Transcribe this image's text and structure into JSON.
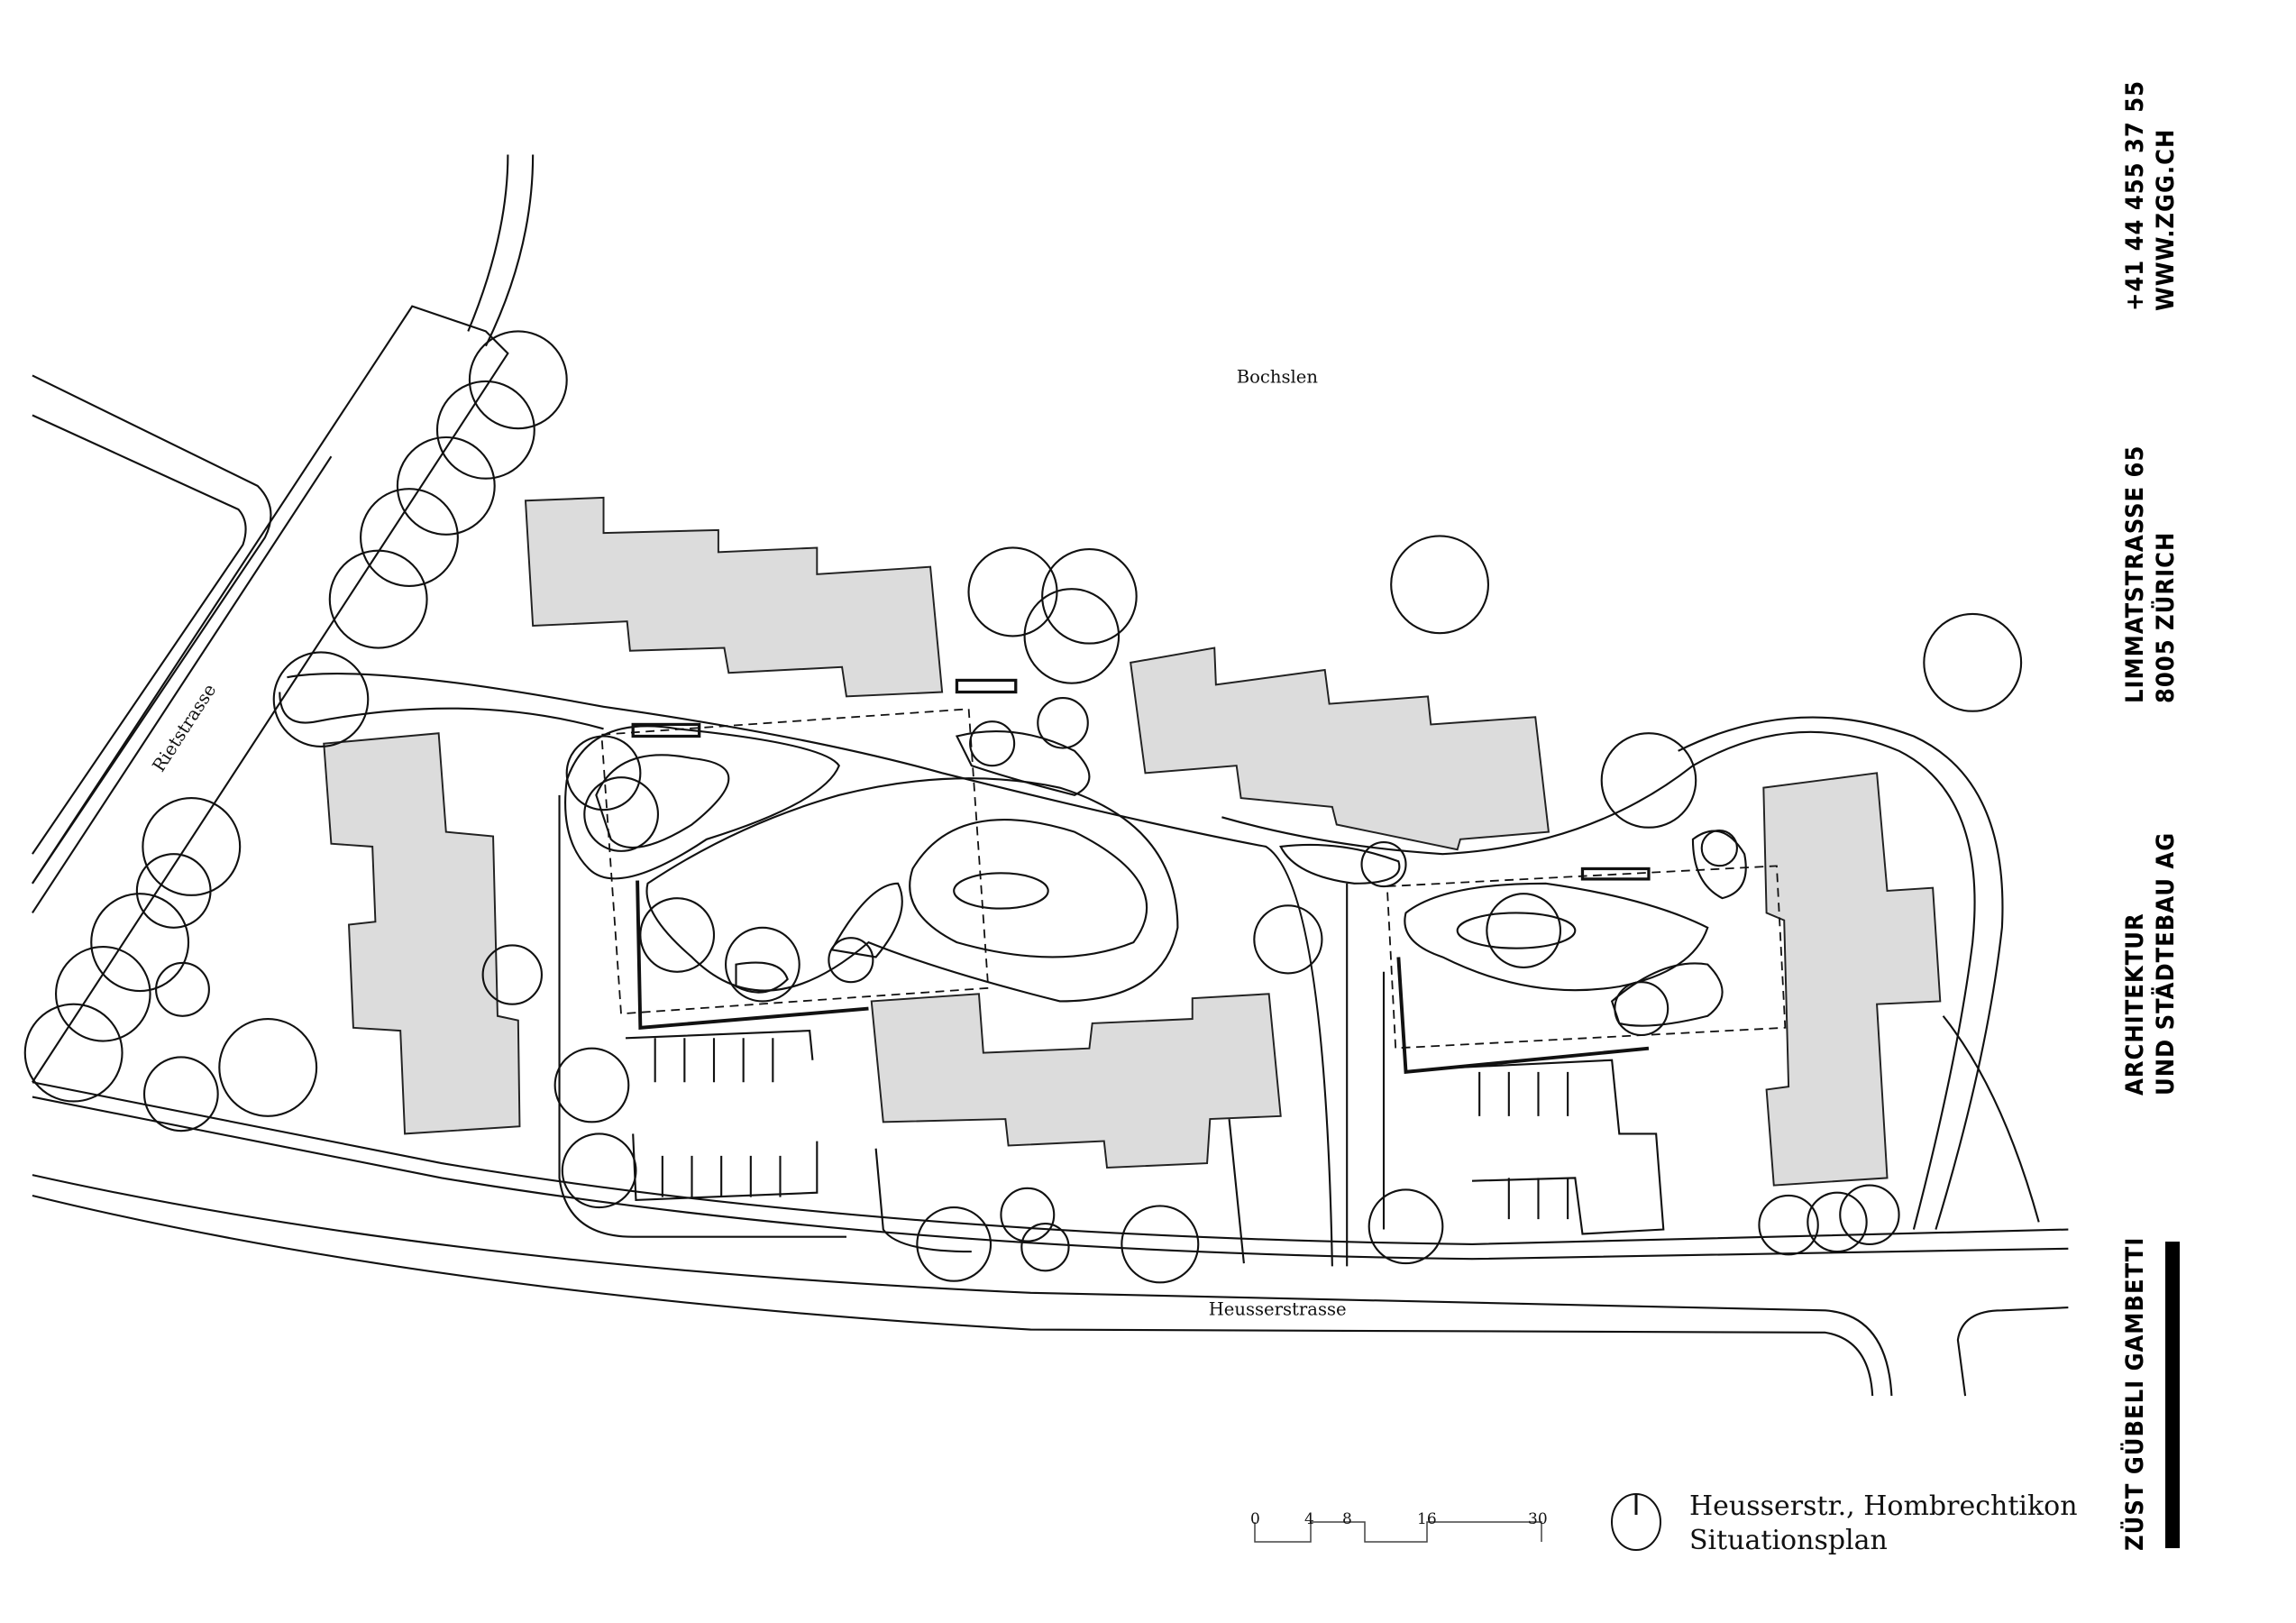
{
  "plan": {
    "street_bottom": "Heusserstrasse",
    "street_left": "Rietstrasse",
    "area_top": "Bochslen"
  },
  "legend": {
    "title": "Heusserstr., Hombrechtikon",
    "subtitle": "Situationsplan",
    "scale_ticks": [
      "0",
      "4",
      "8",
      "16",
      "30"
    ],
    "north_arrow": "north-arrow-icon"
  },
  "firm": {
    "name": "ZÜST GÜBELI GAMBETTI",
    "line1": "ARCHITEKTUR",
    "line2": "UND STÄDTEBAU AG",
    "address1": "LIMMATSTRASSE 65",
    "address2": "8005 ZÜRICH",
    "phone": "+41 44 455 37 55",
    "web": "WWW.ZGG.CH"
  }
}
